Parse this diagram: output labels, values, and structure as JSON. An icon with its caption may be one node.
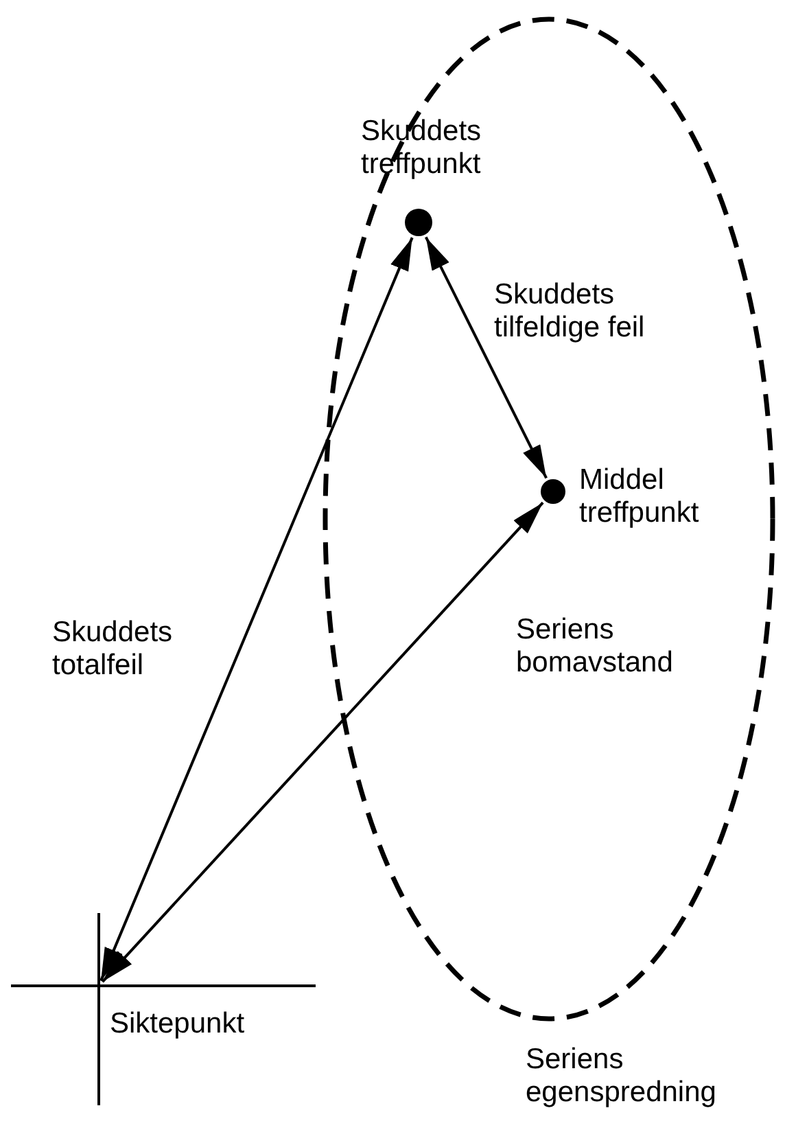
{
  "diagram": {
    "nodes": [
      {
        "text": [
          "Seriens egenspredning"
        ]
      },
      {
        "text": [
          "Skuddets treffpunkt"
        ],
        "in": 0
      },
      {
        "text": [
          "Middel treffpunkt"
        ],
        "in": 0
      },
      {
        "text": [
          "Siktepunkt"
        ]
      }
    ],
    "edges": [
      {
        "from": 1,
        "to": 2,
        "arrow": "both",
        "label": "Skuddets tilfeldige feil"
      },
      {
        "from": 1,
        "to": 3,
        "arrow": "both",
        "label": "Skuddets totalfeil"
      },
      {
        "from": 2,
        "to": 3,
        "arrow": "both",
        "label": "Seriens bomavstand"
      }
    ]
  }
}
